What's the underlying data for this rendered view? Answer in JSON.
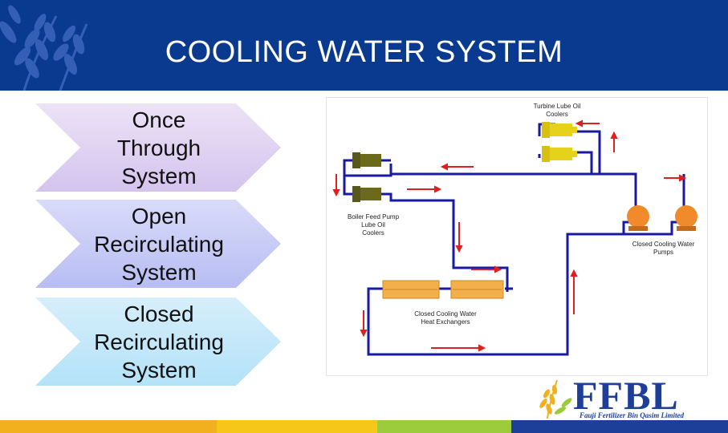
{
  "slide": {
    "title": "COOLING WATER SYSTEM",
    "colors": {
      "header": "#0a3a8f",
      "accent_gold": "#f2b01e",
      "pipe": "#1a1aa0",
      "arrow": "#e02020"
    }
  },
  "system_types": [
    {
      "label": "Once\nThrough\nSystem",
      "fill_top": "#ece3f6",
      "fill_bottom": "#d4c3ee"
    },
    {
      "label": "Open\nRecirculating\nSystem",
      "fill_top": "#d9dbf9",
      "fill_bottom": "#b7bdf3"
    },
    {
      "label": "Closed\nRecirculating\nSystem",
      "fill_top": "#d7eefb",
      "fill_bottom": "#b3e2f8"
    }
  ],
  "diagram": {
    "labels": {
      "turbine_coolers": "Turbine Lube Oil\nCoolers",
      "bfp_coolers": "Boiler Feed Pump\nLube Oil\nCoolers",
      "pumps": "Closed Cooling Water\nPumps",
      "heat_exchangers": "Closed Cooling Water\nHeat Exchangers"
    },
    "icons": [
      "cooler-icon",
      "pump-icon",
      "heat-exchanger-icon",
      "flow-arrow-icon"
    ]
  },
  "logo": {
    "wordmark": "FFBL",
    "company": "Fauji Fertilizer Bin Qasim Limited"
  },
  "footer_bar_colors": [
    "#f2b01e",
    "#f6c619",
    "#9ccb3b",
    "#1d3f9a"
  ]
}
